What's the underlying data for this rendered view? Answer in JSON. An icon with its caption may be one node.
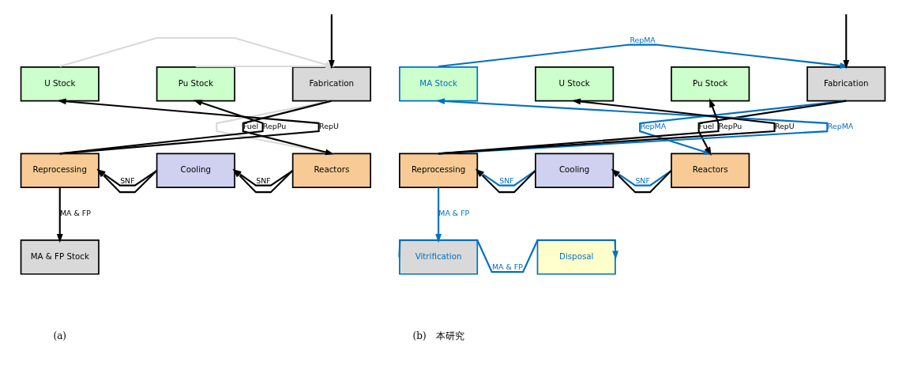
{
  "diagram": {
    "nodes": [
      {
        "text": [
          "U Stock"
        ]
      },
      {
        "text": [
          "Pu Stock"
        ]
      },
      {
        "text": [
          "Fabrication"
        ]
      },
      {
        "text": [
          "Reprocessing"
        ]
      },
      {
        "text": [
          "Cooling"
        ]
      },
      {
        "text": [
          "Reactors"
        ]
      },
      {
        "text": [
          "MA & FP Stock"
        ]
      },
      {
        "text": [
          "MA Stock"
        ]
      },
      {
        "text": [
          "U Stock"
        ]
      },
      {
        "text": [
          "Pu Stock"
        ]
      },
      {
        "text": [
          "Fabrication"
        ]
      },
      {
        "text": [
          "Reprocessing"
        ]
      },
      {
        "text": [
          "Cooling"
        ]
      },
      {
        "text": [
          "Reactors"
        ]
      },
      {
        "text": [
          "Vitrification"
        ]
      },
      {
        "text": [
          "Disposal"
        ]
      }
    ],
    "edges": [
      {
        "from": null,
        "to": 2,
        "arrow": "to"
      },
      {
        "from": 0,
        "to": 2,
        "arrow": "to",
        "color": "#d9d9d9"
      },
      {
        "from": 1,
        "to": 2,
        "arrow": "to",
        "color": "#d9d9d9"
      },
      {
        "from": 2,
        "to": 5,
        "arrow": "to",
        "color": "#d9d9d9"
      },
      {
        "from": 2,
        "to": 5,
        "label": "Fuel",
        "arrow": "to"
      },
      {
        "from": 3,
        "to": 0,
        "label": "RepU",
        "arrow": "to"
      },
      {
        "from": 3,
        "to": 1,
        "label": "RepPu",
        "arrow": "to"
      },
      {
        "from": 5,
        "to": 4,
        "label": "SNF",
        "arrow": "to"
      },
      {
        "from": 5,
        "to": 4,
        "arrow": "to"
      },
      {
        "from": 4,
        "to": 3,
        "label": "SNF",
        "arrow": "to"
      },
      {
        "from": 4,
        "to": 3,
        "arrow": "to"
      },
      {
        "from": 3,
        "to": 6,
        "label": "MA & FP",
        "arrow": "to"
      },
      {
        "from": null,
        "to": 10,
        "arrow": "to"
      },
      {
        "from": 7,
        "to": 10,
        "label": "RepMA",
        "arrow": "to",
        "color": "#0070c0"
      },
      {
        "from": 10,
        "to": 13,
        "label": "RepMA",
        "arrow": "to",
        "color": "#0070c0"
      },
      {
        "from": 10,
        "to": 13,
        "label": "Fuel",
        "arrow": "to"
      },
      {
        "from": 11,
        "to": 7,
        "label": "RepMA",
        "arrow": "to",
        "color": "#0070c0"
      },
      {
        "from": 11,
        "to": 8,
        "label": "RepU",
        "arrow": "to"
      },
      {
        "from": 11,
        "to": 9,
        "label": "RepPu",
        "arrow": "to"
      },
      {
        "from": 13,
        "to": 12,
        "label": "SNF",
        "arrow": "to",
        "color": "#0070c0"
      },
      {
        "from": 13,
        "to": 12,
        "arrow": "to"
      },
      {
        "from": 12,
        "to": 11,
        "label": "SNF",
        "arrow": "to",
        "color": "#0070c0"
      },
      {
        "from": 12,
        "to": 11,
        "arrow": "to"
      },
      {
        "from": 11,
        "to": 14,
        "label": "MA & FP",
        "arrow": "to",
        "color": "#0070c0"
      },
      {
        "from": 14,
        "to": 15,
        "label": "MA & FP",
        "arrow": "to",
        "color": "#0070c0"
      }
    ],
    "labels": [
      "(a)",
      "(b)　本研究"
    ]
  }
}
